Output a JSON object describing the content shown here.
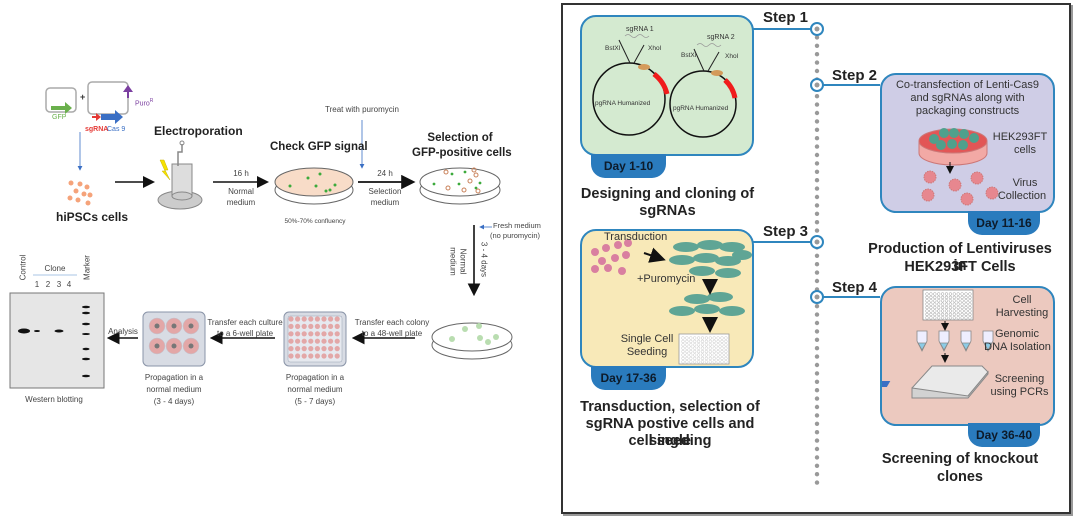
{
  "left_panel": {
    "plasmid": {
      "gfp_label": "GFP",
      "plus": "+",
      "sgrna_label": "sgRNA",
      "cas9_label": "Cas 9",
      "puro_label": "Puro",
      "puro_sup": "R"
    },
    "cells_label": "hiPSCs cells",
    "electroporation_label": "Electroporation",
    "arrow1": {
      "top": "16 h",
      "bottom_line1": "Normal",
      "bottom_line2": "medium"
    },
    "check_gfp_label": "Check GFP signal",
    "confluency_label": "50%-70% confluency",
    "treat_label": "Treat with puromycin",
    "arrow2": {
      "top": "24 h",
      "bottom_line1": "Selection",
      "bottom_line2": "medium"
    },
    "selection_label_line1": "Selection of",
    "selection_label_line2": "GFP-positive cells",
    "fresh_medium_line1": "Fresh medium",
    "fresh_medium_line2": "(no puromycin)",
    "down_arrow": {
      "days": "3 - 4 days",
      "medium_line1": "Normal",
      "medium_line2": "medium"
    },
    "transfer48_line1": "Transfer each colony",
    "transfer48_line2": "to a 48-well plate",
    "prop48_line1": "Propagation in a",
    "prop48_line2": "normal medium",
    "prop48_line3": "(5 - 7 days)",
    "transfer6_line1": "Transfer each culture",
    "transfer6_line2": "to a 6-well plate",
    "prop6_line1": "Propagation in a",
    "prop6_line2": "normal medium",
    "prop6_line3": "(3 - 4 days)",
    "analysis_label": "Analysis",
    "western": {
      "control_label": "Control",
      "clone_label": "Clone",
      "lanes": [
        "1",
        "2",
        "3",
        "4"
      ],
      "marker_label": "Marker",
      "caption": "Western blotting"
    }
  },
  "right_panel": {
    "steps": [
      {
        "label": "Step 1",
        "day": "Day 1-10",
        "title_line1": "Designing and cloning of",
        "title_line2": "sgRNAs",
        "sgrna1": "sgRNA 1",
        "sgrna2": "sgRNA 2",
        "bstxi": "BstXI",
        "xhoi": "XhoI",
        "plasmid": "pgRNA Humanized"
      },
      {
        "label": "Step 2",
        "day": "Day 11-16",
        "title_line1": "Production of Lentiviruses in",
        "title_line2": "HEK293FT Cells",
        "desc_line1": "Co-transfection of Lenti-Cas9",
        "desc_line2": "and sgRNAs along with",
        "desc_line3": "packaging constructs",
        "hek_line1": "HEK293FT",
        "hek_line2": "cells",
        "virus_line1": "Virus",
        "virus_line2": "Collection"
      },
      {
        "label": "Step 3",
        "day": "Day 17-36",
        "title_line1": "Transduction, selection of",
        "title_line2": "sgRNA postive cells and single",
        "title_line3": "cell seeding",
        "transduction": "Transduction",
        "puromycin": "+Puromycin",
        "seeding_line1": "Single Cell",
        "seeding_line2": "Seeding"
      },
      {
        "label": "Step 4",
        "day": "Day 36-40",
        "title_line1": "Screening of knockout",
        "title_line2": "clones",
        "harvest_line1": "Cell",
        "harvest_line2": "Harvesting",
        "dna_line1": "Genomic",
        "dna_line2": "DNA Isolation",
        "pcr_line1": "Screening",
        "pcr_line2": "using PCRs"
      }
    ],
    "colors": {
      "accent": "#2f86be",
      "step1_bg": "#d4ead0",
      "step2_bg": "#cfcde6",
      "step3_bg": "#f8e9b8",
      "step4_bg": "#ecc9bf",
      "day_tab": "#2a7bbd"
    }
  }
}
